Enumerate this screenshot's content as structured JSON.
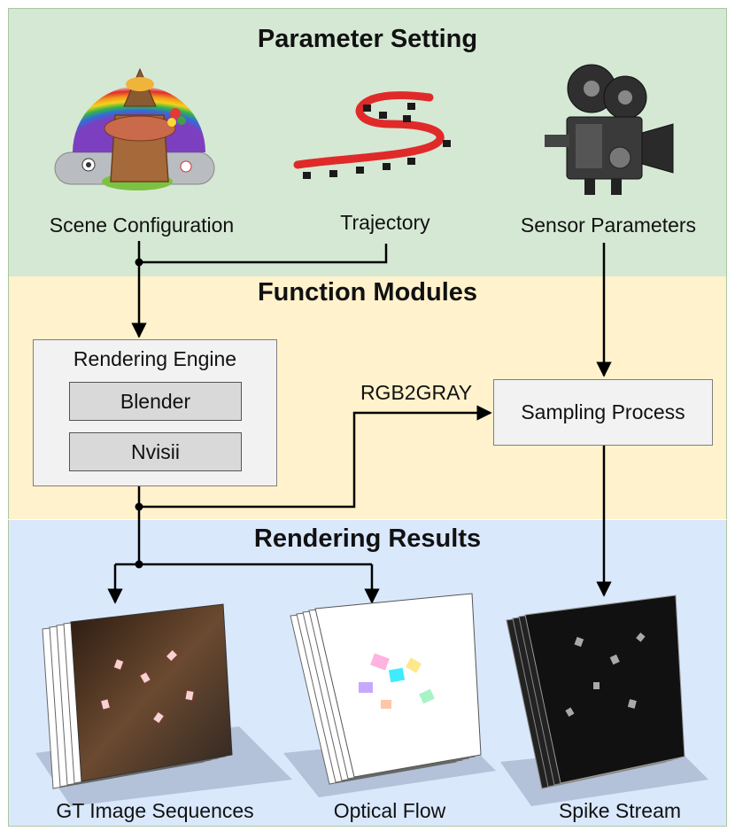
{
  "sections": {
    "parameter_setting": "Parameter Setting",
    "function_modules": "Function Modules",
    "rendering_results": "Rendering Results"
  },
  "inputs": {
    "scene": "Scene Configuration",
    "trajectory": "Trajectory",
    "sensor": "Sensor Parameters"
  },
  "engine": {
    "title": "Rendering Engine",
    "options": [
      "Blender",
      "Nvisii"
    ]
  },
  "sampling": "Sampling Process",
  "edge_label": "RGB2GRAY",
  "outputs": {
    "gt": "GT Image Sequences",
    "flow": "Optical Flow",
    "spike": "Spike Stream"
  },
  "icons": {
    "scene": "cartoon-tree-house-icon",
    "trajectory": "curved-path-icon",
    "sensor": "film-camera-icon",
    "gt": "image-stack-icon",
    "flow": "flow-stack-icon",
    "spike": "spike-stack-icon"
  }
}
